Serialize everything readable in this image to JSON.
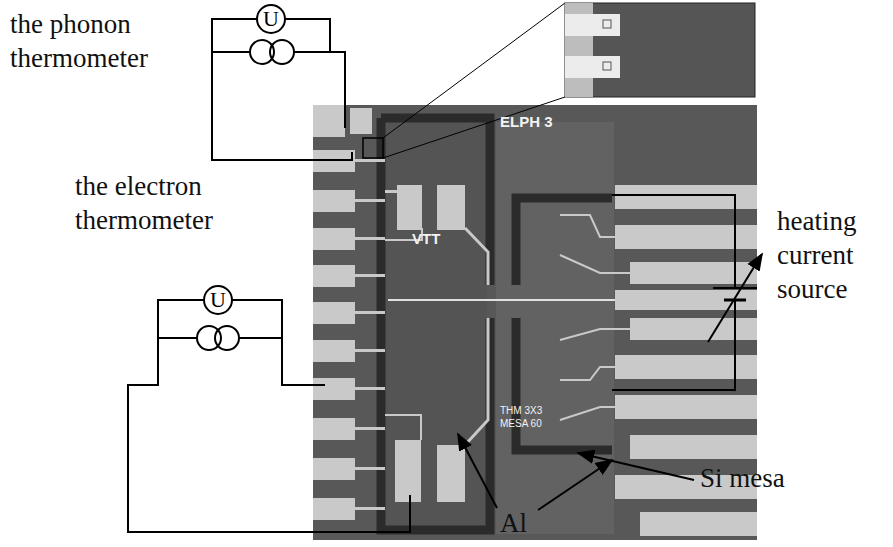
{
  "diagram": {
    "nodes": [
      {
        "text": [
          "U"
        ]
      },
      {
        "text": [
          "U"
        ]
      }
    ],
    "labels": [
      "the phonon thermometer",
      "the electron thermometer",
      "heating current source",
      "Si mesa",
      "Al",
      "ELPH 3",
      "VTT",
      "THM 3X3 MESA 60"
    ]
  }
}
